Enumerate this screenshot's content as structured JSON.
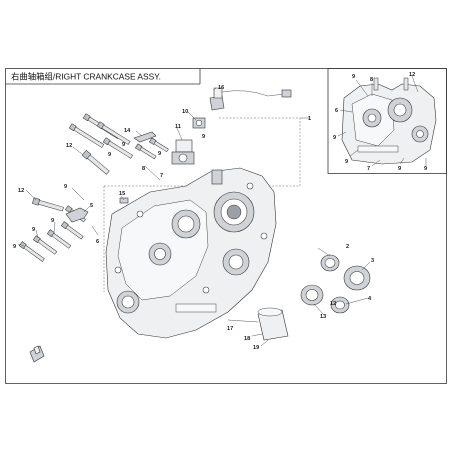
{
  "diagram": {
    "title": "右曲轴箱组/RIGHT CRANKCASE ASSY.",
    "callouts": [
      {
        "text": "1"
      },
      {
        "text": "2"
      },
      {
        "text": "3"
      },
      {
        "text": "4"
      },
      {
        "text": "5"
      },
      {
        "text": "6"
      },
      {
        "text": "7"
      },
      {
        "text": "8"
      },
      {
        "text": "9"
      },
      {
        "text": "10"
      },
      {
        "text": "11"
      },
      {
        "text": "12"
      },
      {
        "text": "13"
      },
      {
        "text": "14"
      },
      {
        "text": "15"
      },
      {
        "text": "16"
      },
      {
        "text": "17"
      },
      {
        "text": "18"
      },
      {
        "text": "19"
      },
      {
        "text": "9"
      },
      {
        "text": "9"
      },
      {
        "text": "12"
      },
      {
        "text": "9"
      },
      {
        "text": "9"
      },
      {
        "text": "9"
      },
      {
        "text": "12"
      },
      {
        "text": "9"
      },
      {
        "text": "9"
      }
    ],
    "inset_callouts": [
      {
        "text": "9"
      },
      {
        "text": "8"
      },
      {
        "text": "12"
      },
      {
        "text": "6"
      },
      {
        "text": "9"
      },
      {
        "text": "9"
      },
      {
        "text": "7"
      },
      {
        "text": "9"
      },
      {
        "text": "9"
      }
    ],
    "colors": {
      "frame": "#3a3a3a",
      "callout_accent": "#c8102e"
    },
    "icons": [
      "crankcase-housing",
      "bolt",
      "oil-seal",
      "bearing",
      "sensor",
      "dowel-pin",
      "engine-inset",
      "front-arrow-icon"
    ]
  }
}
